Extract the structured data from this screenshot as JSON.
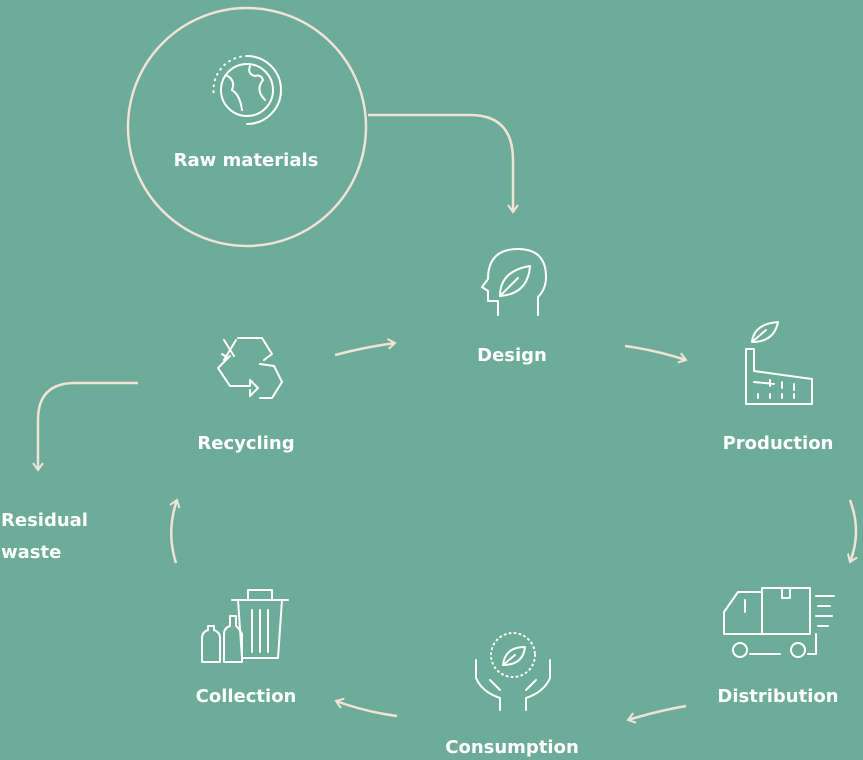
{
  "colors": {
    "background": "#6dac98",
    "arrow": "#f2e3d8",
    "icon": "#ffffff"
  },
  "nodes": {
    "raw_materials": "Raw materials",
    "design": "Design",
    "production": "Production",
    "distribution": "Distribution",
    "consumption": "Consumption",
    "collection": "Collection",
    "recycling": "Recycling",
    "residual_line1": "Residual",
    "residual_line2": "waste"
  }
}
